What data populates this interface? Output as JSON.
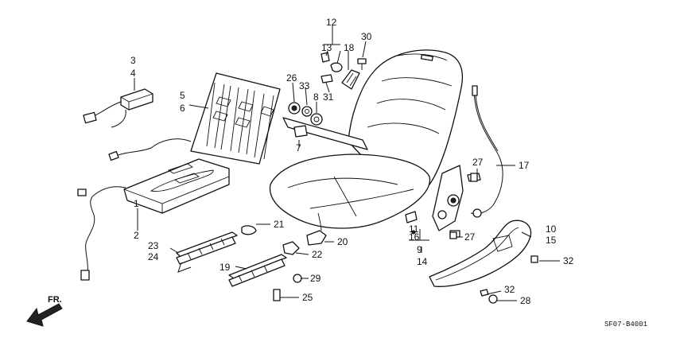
{
  "diagram": {
    "code": "SF07-B4001",
    "direction_label": "FR."
  },
  "callouts": [
    {
      "id": "c3",
      "label": "3"
    },
    {
      "id": "c4",
      "label": "4"
    },
    {
      "id": "c5",
      "label": "5"
    },
    {
      "id": "c6",
      "label": "6"
    },
    {
      "id": "c1",
      "label": "1"
    },
    {
      "id": "c2",
      "label": "2"
    },
    {
      "id": "c12",
      "label": "12"
    },
    {
      "id": "c13",
      "label": "13"
    },
    {
      "id": "c18",
      "label": "18"
    },
    {
      "id": "c30",
      "label": "30"
    },
    {
      "id": "c26",
      "label": "26"
    },
    {
      "id": "c33",
      "label": "33"
    },
    {
      "id": "c8",
      "label": "8"
    },
    {
      "id": "c31",
      "label": "31"
    },
    {
      "id": "c7",
      "label": "7"
    },
    {
      "id": "c27a",
      "label": "27"
    },
    {
      "id": "c17",
      "label": "17"
    },
    {
      "id": "c21",
      "label": "21"
    },
    {
      "id": "c20",
      "label": "20"
    },
    {
      "id": "c22",
      "label": "22"
    },
    {
      "id": "c23",
      "label": "23"
    },
    {
      "id": "c24",
      "label": "24"
    },
    {
      "id": "c19",
      "label": "19"
    },
    {
      "id": "c29",
      "label": "29"
    },
    {
      "id": "c25",
      "label": "25"
    },
    {
      "id": "c11",
      "label": "11"
    },
    {
      "id": "c16",
      "label": "16"
    },
    {
      "id": "c9",
      "label": "9"
    },
    {
      "id": "c14",
      "label": "14"
    },
    {
      "id": "c27b",
      "label": "27"
    },
    {
      "id": "c10",
      "label": "10"
    },
    {
      "id": "c15",
      "label": "15"
    },
    {
      "id": "c32a",
      "label": "32"
    },
    {
      "id": "c32b",
      "label": "32"
    },
    {
      "id": "c28",
      "label": "28"
    }
  ]
}
